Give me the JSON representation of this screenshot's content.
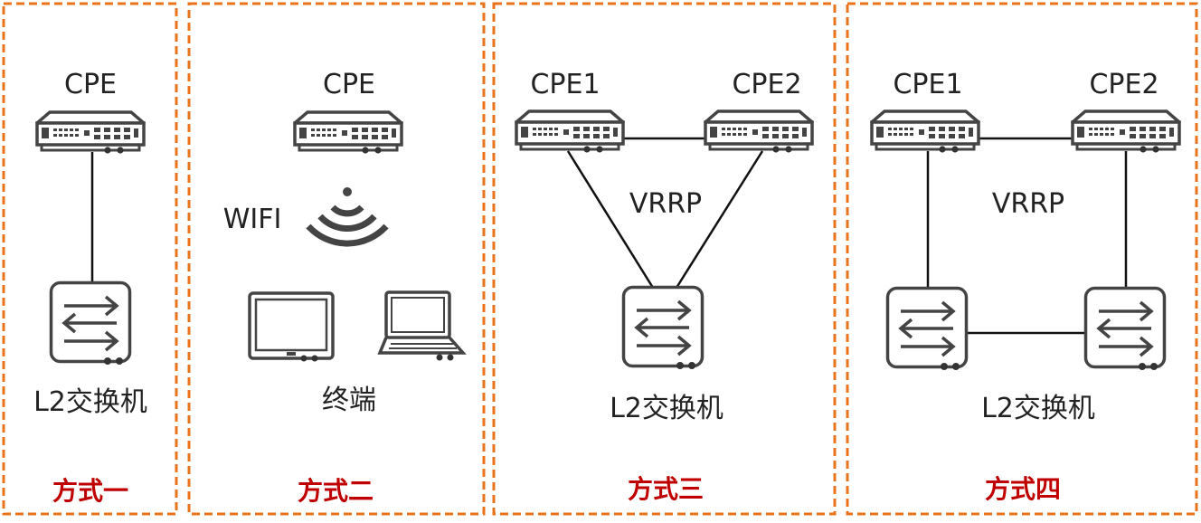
{
  "colors": {
    "border": "#E8731A",
    "caption": "#C00000",
    "device": "#444444",
    "line": "#111111"
  },
  "panel1": {
    "cpe": "CPE",
    "switch": "L2交换机",
    "caption": "方式一"
  },
  "panel2": {
    "cpe": "CPE",
    "wifi": "WIFI",
    "terminal": "终端",
    "caption": "方式二"
  },
  "panel3": {
    "cpe1": "CPE1",
    "cpe2": "CPE2",
    "protocol": "VRRP",
    "switch": "L2交换机",
    "caption": "方式三"
  },
  "panel4": {
    "cpe1": "CPE1",
    "cpe2": "CPE2",
    "protocol": "VRRP",
    "switch": "L2交换机",
    "caption": "方式四"
  },
  "icons": [
    "router-icon",
    "switch-icon",
    "wifi-icon",
    "tablet-icon",
    "laptop-icon"
  ]
}
